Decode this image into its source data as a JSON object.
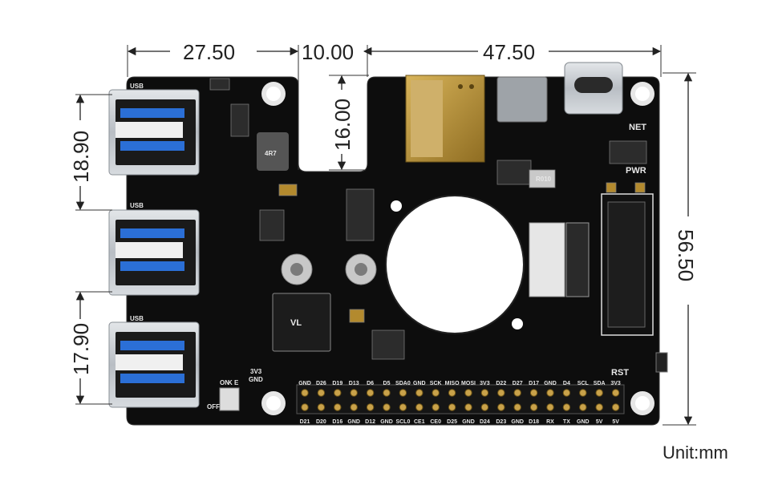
{
  "dimensions": {
    "top_left": "27.50",
    "top_mid": "10.00",
    "top_right": "47.50",
    "notch_depth": "16.00",
    "usb_pitch_1": "18.90",
    "usb_pitch_2": "17.90",
    "board_height": "56.50"
  },
  "unit_label": "Unit:mm",
  "silkscreen": {
    "usb_labels": [
      "USB",
      "USB",
      "USB"
    ],
    "net": "NET",
    "pwr": "PWR",
    "rst": "RST",
    "inductor": "4R7",
    "resistor": "R010",
    "chip": "VL",
    "v3v3": "3V3",
    "gnd": "GND",
    "switch_on": "ON",
    "switch_ke": "K E",
    "off": "OFF"
  },
  "header_top_labels": [
    "GND",
    "D26",
    "D19",
    "D13",
    "D6",
    "D5",
    "SDA0",
    "GND",
    "SCK",
    "MISO",
    "MOSI",
    "3V3",
    "D22",
    "D27",
    "D17",
    "GND",
    "D4",
    "SCL",
    "SDA",
    "3V3"
  ],
  "header_bottom_labels": [
    "D21",
    "D20",
    "D16",
    "GND",
    "D12",
    "GND",
    "SCL0",
    "CE1",
    "CE0",
    "D25",
    "GND",
    "D24",
    "D23",
    "GND",
    "D18",
    "RX",
    "TX",
    "GND",
    "5V",
    "5V"
  ],
  "colors": {
    "board": "#0d0d0d",
    "usb_metal": "#c9ced3",
    "usb_blue": "#2b6fd6",
    "gold": "#b8923a",
    "silk": "#e8e8e8"
  }
}
